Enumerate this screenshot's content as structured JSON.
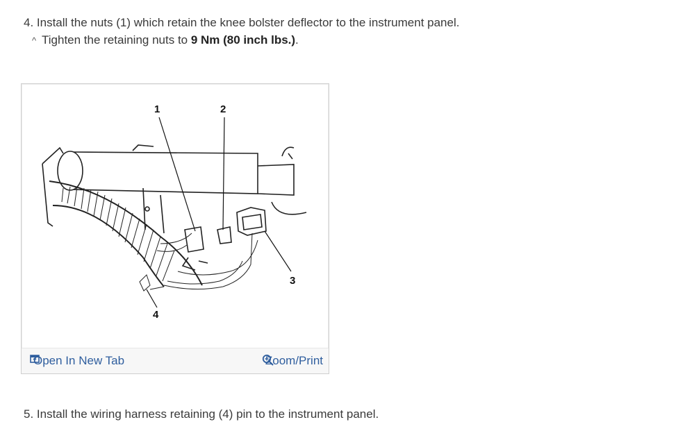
{
  "steps": {
    "step4": {
      "text": "4. Install the nuts (1) which retain the knee bolster deflector to the instrument panel.",
      "caret": "^",
      "sub_prefix": "Tighten the retaining nuts to ",
      "sub_bold": "9 Nm (80 inch lbs.)",
      "sub_suffix": "."
    },
    "step5": {
      "text": "5. Install the wiring harness retaining (4) pin to the instrument panel."
    }
  },
  "figure": {
    "callouts": [
      "1",
      "2",
      "3",
      "4"
    ],
    "open_tab_label": "Open In New Tab",
    "zoom_label": "Zoom/Print",
    "open_tab_icon": "open-in-new-tab-icon",
    "zoom_icon": "magnifier-zoom-icon",
    "link_color": "#2f5e9e"
  }
}
